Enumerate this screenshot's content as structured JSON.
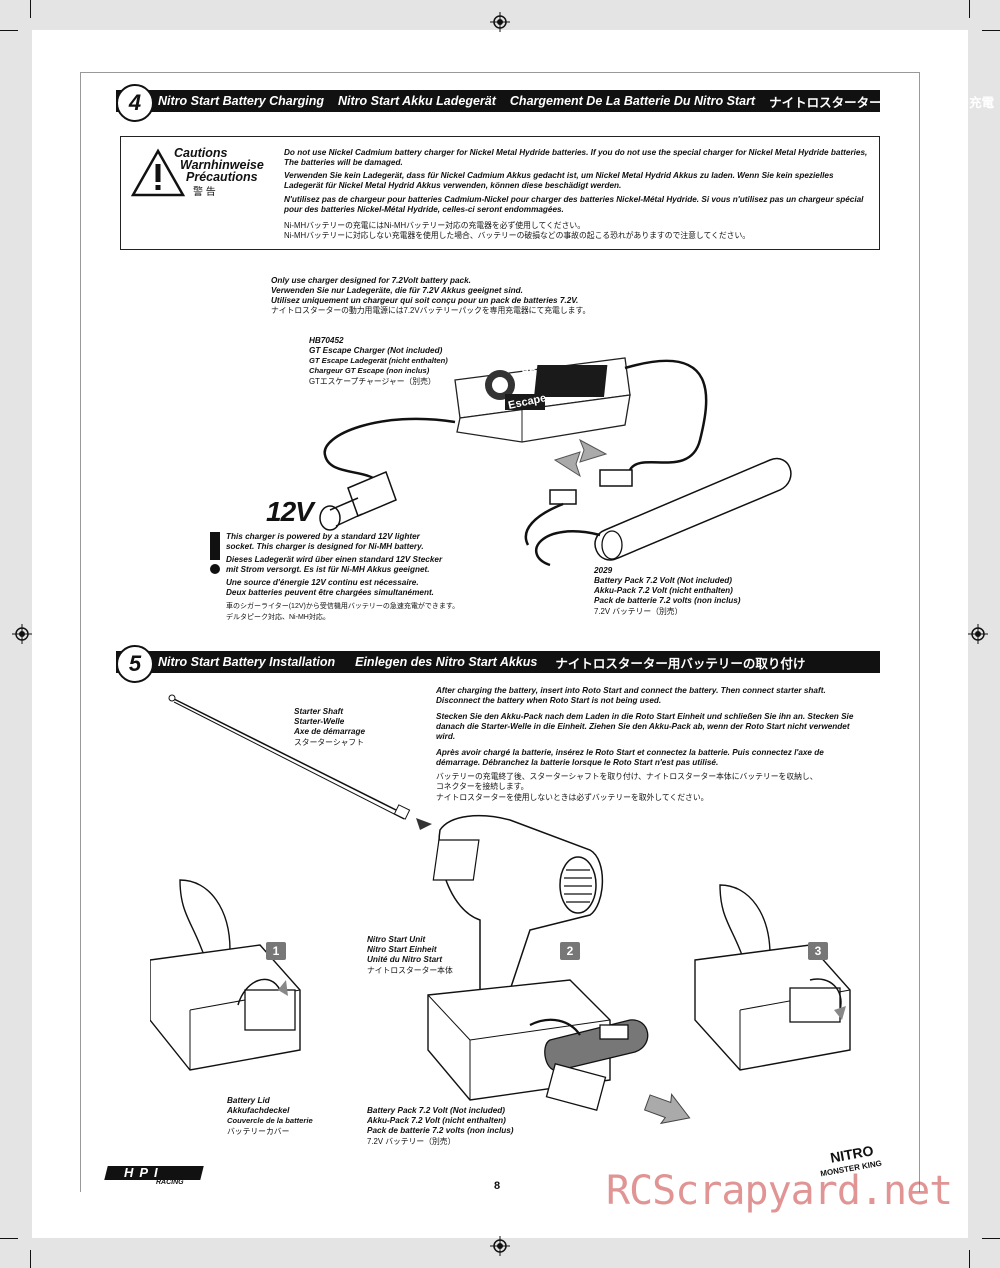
{
  "section4": {
    "number": "4",
    "titles": [
      "Nitro Start Battery Charging",
      "Nitro Start Akku Ladegerät",
      "Chargement De La Batterie Du Nitro Start",
      "ナイトロスターター用バッテリーの充電"
    ]
  },
  "cautions": {
    "labels": [
      "Cautions",
      "Warnhinweise",
      "Précautions",
      "警 告"
    ],
    "en": "Do not use Nickel Cadmium battery charger for Nickel Metal Hydride batteries. If you do not use the special charger for Nickel Metal Hydride batteries, The batteries will be damaged.",
    "de": "Verwenden Sie kein Ladegerät, dass für Nickel Cadmium Akkus gedacht ist, um Nickel Metal Hydrid Akkus zu laden. Wenn Sie kein spezielles Ladegerät für Nickel Metal Hydrid Akkus verwenden, können diese beschädigt werden.",
    "fr": "N'utilisez pas de chargeur pour batteries Cadmium-Nickel pour charger des batteries Nickel-Métal Hydride. Si vous n'utilisez pas un chargeur spécial pour des batteries Nickel-Métal Hydride, celles-ci seront endommagées.",
    "jp1": "Ni-MHバッテリーの充電にはNi-MHバッテリー対応の充電器を必ず使用してください。",
    "jp2": "Ni-MHバッテリーに対応しない充電器を使用した場合、バッテリーの破損などの事故の起こる恐れがありますので注意してください。"
  },
  "charger_note": {
    "en": "Only use charger designed for 7.2Volt battery pack.",
    "de": "Verwenden Sie nur Ladegeräte, die für 7.2V Akkus geeignet sind.",
    "fr": "Utilisez uniquement un chargeur qui soit conçu pour un pack de batteries 7.2V.",
    "jp": "ナイトロスターターの動力用電源には7.2Vバッテリーパックを専用充電器にて充電します。"
  },
  "charger": {
    "part_no": "HB70452",
    "en": "GT Escape Charger (Not included)",
    "de": "GT Escape Ladegerät (nicht enthalten)",
    "fr": "Chargeur GT Escape (non inclus)",
    "jp": "GTエスケープチャージャー（別売）",
    "brand": "Escape",
    "logo": "HB"
  },
  "power": {
    "voltage": "12V",
    "en1": "This charger is powered by a standard 12V lighter",
    "en2": "socket. This charger is designed for Ni-MH battery.",
    "de1": "Dieses Ladegerät wird über einen standard 12V Stecker",
    "de2": "mit Strom versorgt. Es ist für Ni-MH Akkus geeignet.",
    "fr1": "Une source d'énergie 12V continu est nécessaire.",
    "fr2": "Deux batteries peuvent être chargées simultanément.",
    "jp1": "車のシガーライター(12V)から受信機用バッテリーの急速充電ができます。",
    "jp2": "デルタピーク対応、Ni-MH対応。"
  },
  "battery_pack_top": {
    "part_no": "2029",
    "en": "Battery Pack 7.2 Volt (Not included)",
    "de": "Akku-Pack 7.2 Volt (nicht enthalten)",
    "fr": "Pack de batterie 7.2 volts (non inclus)",
    "jp": "7.2V バッテリー（別売）"
  },
  "section5": {
    "number": "5",
    "titles": [
      "Nitro Start Battery Installation",
      "Einlegen des Nitro Start Akkus",
      "ナイトロスターター用バッテリーの取り付け"
    ]
  },
  "starter_shaft": {
    "en": "Starter Shaft",
    "de": "Starter-Welle",
    "fr": "Axe de démarrage",
    "jp": "スターターシャフト"
  },
  "install_text": {
    "en": "After charging the battery, insert into Roto Start and connect the battery. Then connect starter shaft. Disconnect the battery when Roto Start is not being used.",
    "de": "Stecken Sie den Akku-Pack nach dem Laden in die Roto Start Einheit und schließen Sie ihn an. Stecken Sie danach die Starter-Welle in die Einheit. Ziehen Sie den Akku-Pack ab, wenn der Roto Start nicht verwendet wird.",
    "fr": "Après avoir chargé la batterie, insérez le Roto Start et connectez la batterie. Puis connectez l'axe de démarrage. Débranchez la batterie lorsque le Roto Start n'est pas utilisé.",
    "jp1": "バッテリーの充電終了後、スターターシャフトを取り付け、ナイトロスターター本体にバッテリーを収納し、",
    "jp2": "コネクターを接続します。",
    "jp3": "ナイトロスターターを使用しないときは必ずバッテリーを取外してください。"
  },
  "nitro_unit": {
    "en": "Nitro Start Unit",
    "de": "Nitro Start Einheit",
    "fr": "Unité du Nitro Start",
    "jp": "ナイトロスターター本体"
  },
  "battery_lid": {
    "en": "Battery Lid",
    "de": "Akkufachdeckel",
    "fr": "Couvercle de la batterie",
    "jp": "バッテリーカバー"
  },
  "battery_pack_bottom": {
    "en": "Battery Pack 7.2 Volt (Not included)",
    "de": "Akku-Pack 7.2 Volt (nicht enthalten)",
    "fr": "Pack de batterie 7.2 volts (non inclus)",
    "jp": "7.2V バッテリー（別売）"
  },
  "step_badges": [
    "1",
    "2",
    "3"
  ],
  "footer": {
    "page_number": "8",
    "brand_logo": "HPI",
    "brand_sub": "RACING",
    "product_logo_top": "NITRO",
    "product_logo_bottom": "MONSTER KING",
    "watermark": "RCScrapyard.net"
  }
}
